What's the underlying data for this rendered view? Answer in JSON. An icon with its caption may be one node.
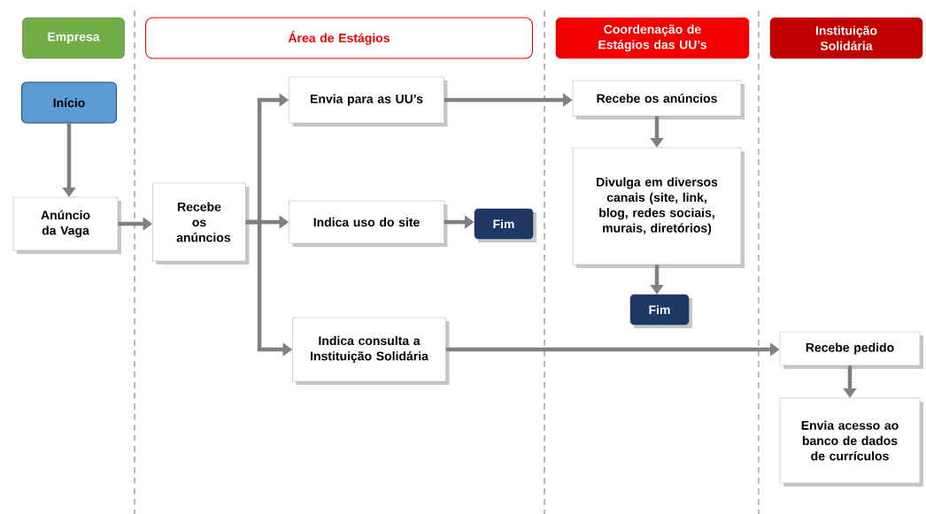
{
  "diagram": {
    "nodes": [
      {
        "text": [
          "Empresa"
        ]
      },
      {
        "text": [
          "Área de Estágios"
        ]
      },
      {
        "text": [
          "Coordenação de Estágios das UU’s"
        ]
      },
      {
        "text": [
          "Instituição Solidária"
        ]
      },
      {
        "text": [
          "Início"
        ]
      },
      {
        "text": [
          "Anúncio da Vaga"
        ]
      },
      {
        "text": [
          "Recebe os anúncios"
        ]
      },
      {
        "text": [
          "Envia para as UU’s"
        ]
      },
      {
        "text": [
          "Indica uso do site"
        ]
      },
      {
        "text": [
          "Fim"
        ]
      },
      {
        "text": [
          "Indica consulta a Instituição Solidária"
        ]
      },
      {
        "text": [
          "Recebe os anúncios"
        ]
      },
      {
        "text": [
          "Divulga em diversos canais (site, link, blog, redes sociais, murais, diretórios)"
        ]
      },
      {
        "text": [
          "Fim"
        ]
      },
      {
        "text": [
          "Recebe pedido"
        ]
      },
      {
        "text": [
          "Envia acesso ao banco de dados de currículos"
        ]
      }
    ],
    "edges": [
      {
        "from": 4,
        "to": 5,
        "arrow": "to"
      },
      {
        "from": 5,
        "to": 6,
        "arrow": "to"
      },
      {
        "from": 6,
        "to": 7,
        "arrow": "to"
      },
      {
        "from": 6,
        "to": 8,
        "arrow": "to"
      },
      {
        "from": 6,
        "to": 10,
        "arrow": "to"
      },
      {
        "from": 7,
        "to": 11,
        "arrow": "to"
      },
      {
        "from": 8,
        "to": 9,
        "arrow": "to"
      },
      {
        "from": 10,
        "to": 14,
        "arrow": "to"
      },
      {
        "from": 11,
        "to": 12,
        "arrow": "to"
      },
      {
        "from": 12,
        "to": 13,
        "arrow": "to"
      },
      {
        "from": 14,
        "to": 15,
        "arrow": "to"
      }
    ]
  }
}
